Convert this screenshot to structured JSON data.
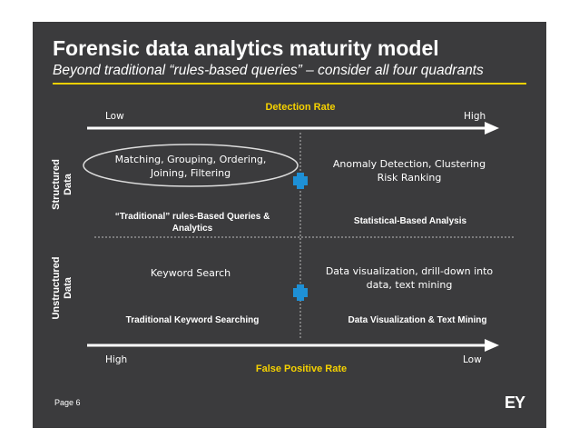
{
  "header": {
    "title": "Forensic data analytics maturity model",
    "subtitle": "Beyond traditional “rules-based queries” – consider all four quadrants"
  },
  "top_axis": {
    "label": "Detection Rate",
    "low": "Low",
    "high": "High"
  },
  "bottom_axis": {
    "label": "False Positive Rate",
    "left": "High",
    "right": "Low"
  },
  "rows": {
    "structured": [
      "Structured",
      "Data"
    ],
    "unstructured": [
      "Unstructured",
      "Data"
    ]
  },
  "quadrants": {
    "top_left": {
      "lines": [
        "Matching, Grouping, Ordering,",
        "Joining, Filtering"
      ],
      "caption": [
        "“Traditional” rules-Based Queries &",
        "Analytics"
      ]
    },
    "top_right": {
      "lines": [
        "Anomaly Detection, Clustering",
        "Risk Ranking"
      ],
      "caption": [
        "Statistical-Based Analysis"
      ]
    },
    "bottom_left": {
      "lines": [
        "Keyword Search"
      ],
      "caption": [
        "Traditional Keyword Searching"
      ]
    },
    "bottom_right": {
      "lines": [
        "Data visualization, drill-down into",
        "data, text mining"
      ],
      "caption": [
        "Data Visualization & Text Mining"
      ]
    }
  },
  "footer": {
    "page": "Page 6",
    "logo": "EY"
  },
  "colors": {
    "panel": "#3b3b3d",
    "accent": "#f6d200",
    "marker": "#1e90d6",
    "text": "#ffffff"
  }
}
